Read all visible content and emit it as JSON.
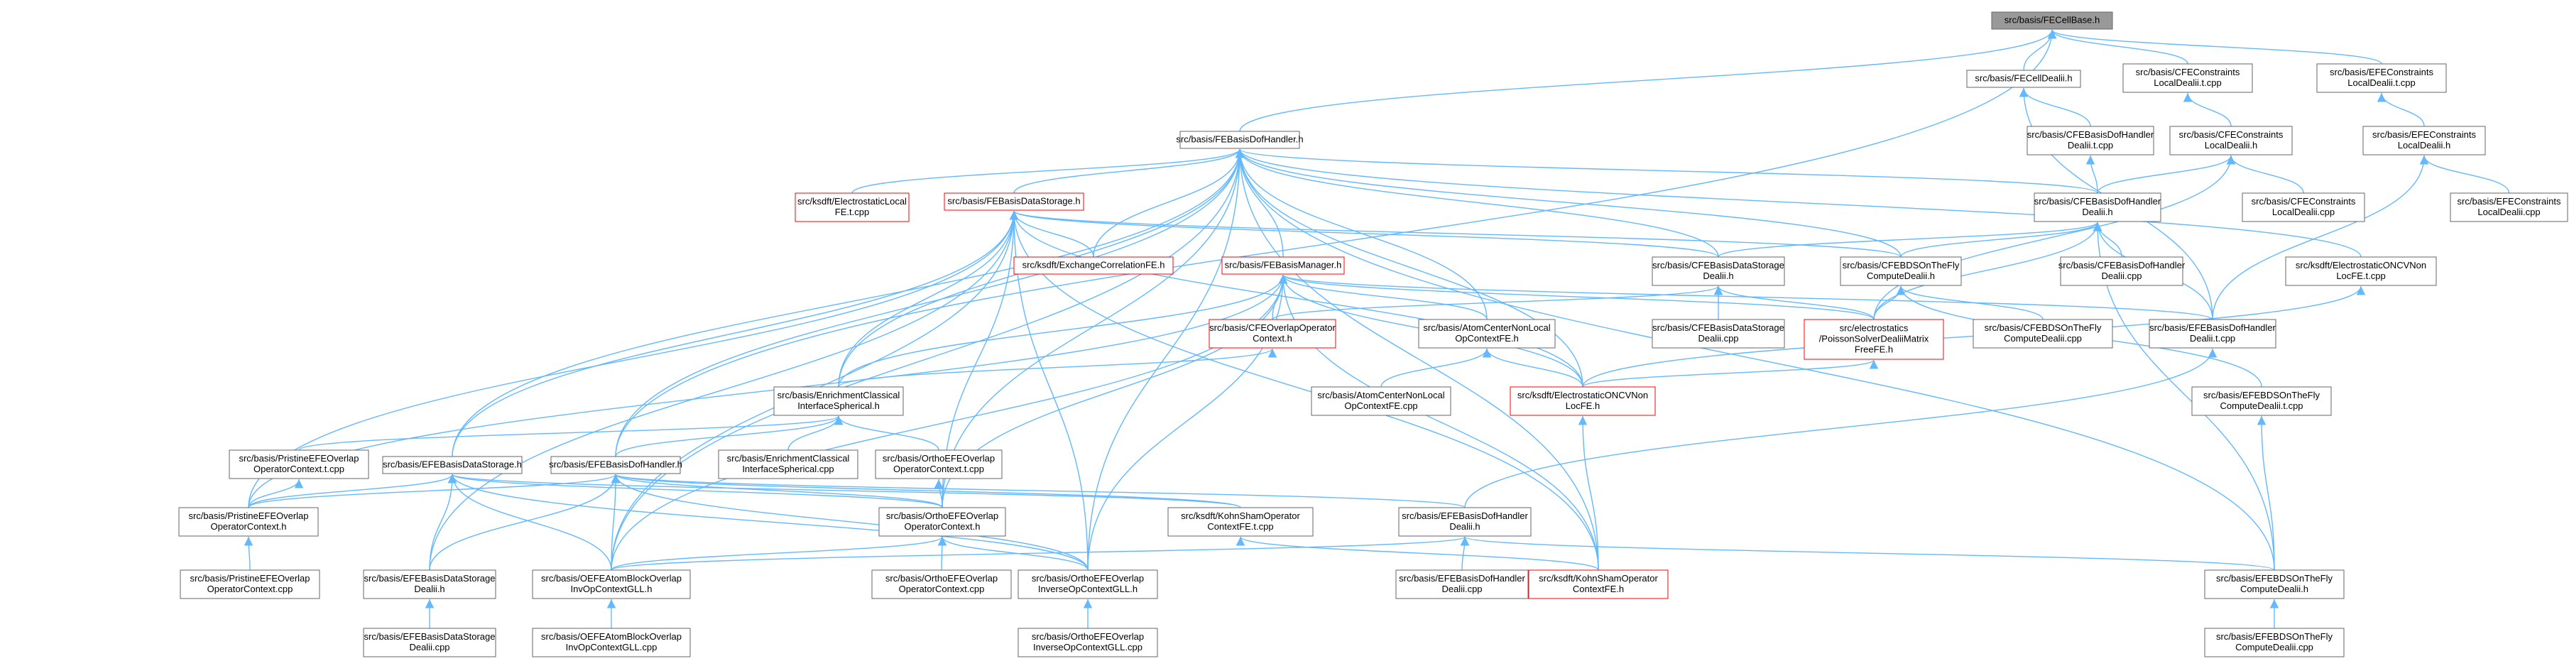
{
  "nodes": [
    {
      "id": "n0",
      "lines": [
        "src/basis/FECellBase.h"
      ],
      "style": "focus"
    },
    {
      "id": "n1",
      "lines": [
        "src/basis/FECellDealii.h"
      ],
      "style": "normal"
    },
    {
      "id": "n2",
      "lines": [
        "src/basis/CFEConstraints",
        "LocalDealii.t.cpp"
      ],
      "style": "normal"
    },
    {
      "id": "n3",
      "lines": [
        "src/basis/EFEConstraints",
        "LocalDealii.t.cpp"
      ],
      "style": "normal"
    },
    {
      "id": "n4",
      "lines": [
        "src/basis/FEBasisDofHandler.h"
      ],
      "style": "normal"
    },
    {
      "id": "n5",
      "lines": [
        "src/basis/CFEBasisDofHandler",
        "Dealii.t.cpp"
      ],
      "style": "normal"
    },
    {
      "id": "n6",
      "lines": [
        "src/basis/CFEConstraints",
        "LocalDealii.h"
      ],
      "style": "normal"
    },
    {
      "id": "n7",
      "lines": [
        "src/basis/EFEConstraints",
        "LocalDealii.h"
      ],
      "style": "normal"
    },
    {
      "id": "n8",
      "lines": [
        "src/ksdft/ElectrostaticLocal",
        "FE.t.cpp"
      ],
      "style": "red"
    },
    {
      "id": "n9",
      "lines": [
        "src/basis/FEBasisDataStorage.h"
      ],
      "style": "red"
    },
    {
      "id": "n10",
      "lines": [
        "src/basis/CFEBasisDofHandler",
        "Dealii.h"
      ],
      "style": "normal"
    },
    {
      "id": "n11",
      "lines": [
        "src/basis/CFEConstraints",
        "LocalDealii.cpp"
      ],
      "style": "normal"
    },
    {
      "id": "n12",
      "lines": [
        "src/basis/EFEConstraints",
        "LocalDealii.cpp"
      ],
      "style": "normal"
    },
    {
      "id": "n13",
      "lines": [
        "src/ksdft/ExchangeCorrelationFE.h"
      ],
      "style": "red"
    },
    {
      "id": "n14",
      "lines": [
        "src/basis/FEBasisManager.h"
      ],
      "style": "red"
    },
    {
      "id": "n15",
      "lines": [
        "src/basis/CFEBasisDataStorage",
        "Dealii.h"
      ],
      "style": "normal"
    },
    {
      "id": "n16",
      "lines": [
        "src/basis/CFEBDSOnTheFly",
        "ComputeDealii.h"
      ],
      "style": "normal"
    },
    {
      "id": "n17",
      "lines": [
        "src/basis/CFEBasisDofHandler",
        "Dealii.cpp"
      ],
      "style": "normal"
    },
    {
      "id": "n18",
      "lines": [
        "src/ksdft/ElectrostaticONCVNon",
        "LocFE.t.cpp"
      ],
      "style": "normal"
    },
    {
      "id": "n19",
      "lines": [
        "src/basis/CFEOverlapOperator",
        "Context.h"
      ],
      "style": "red"
    },
    {
      "id": "n20",
      "lines": [
        "src/basis/AtomCenterNonLocal",
        "OpContextFE.h"
      ],
      "style": "normal"
    },
    {
      "id": "n21",
      "lines": [
        "src/basis/CFEBasisDataStorage",
        "Dealii.cpp"
      ],
      "style": "normal"
    },
    {
      "id": "n22",
      "lines": [
        "src/electrostatics",
        "/PoissonSolverDealiiMatrix",
        "FreeFE.h"
      ],
      "style": "red"
    },
    {
      "id": "n23",
      "lines": [
        "src/basis/CFEBDSOnTheFly",
        "ComputeDealii.cpp"
      ],
      "style": "normal"
    },
    {
      "id": "n24",
      "lines": [
        "src/basis/EFEBasisDofHandler",
        "Dealii.t.cpp"
      ],
      "style": "normal"
    },
    {
      "id": "n25",
      "lines": [
        "src/basis/EnrichmentClassical",
        "InterfaceSpherical.h"
      ],
      "style": "normal"
    },
    {
      "id": "n26",
      "lines": [
        "src/basis/AtomCenterNonLocal",
        "OpContextFE.cpp"
      ],
      "style": "normal"
    },
    {
      "id": "n27",
      "lines": [
        "src/ksdft/ElectrostaticONCVNon",
        "LocFE.h"
      ],
      "style": "red"
    },
    {
      "id": "n28",
      "lines": [
        "src/basis/EFEBDSOnTheFly",
        "ComputeDealii.t.cpp"
      ],
      "style": "normal"
    },
    {
      "id": "n29",
      "lines": [
        "src/basis/PristineEFEOverlap",
        "OperatorContext.t.cpp"
      ],
      "style": "normal"
    },
    {
      "id": "n30",
      "lines": [
        "src/basis/EFEBasisDataStorage.h"
      ],
      "style": "normal"
    },
    {
      "id": "n31",
      "lines": [
        "src/basis/EFEBasisDofHandler.h"
      ],
      "style": "normal"
    },
    {
      "id": "n32",
      "lines": [
        "src/basis/EnrichmentClassical",
        "InterfaceSpherical.cpp"
      ],
      "style": "normal"
    },
    {
      "id": "n33",
      "lines": [
        "src/basis/OrthoEFEOverlap",
        "OperatorContext.t.cpp"
      ],
      "style": "normal"
    },
    {
      "id": "n34",
      "lines": [
        "src/basis/PristineEFEOverlap",
        "OperatorContext.h"
      ],
      "style": "normal"
    },
    {
      "id": "n35",
      "lines": [
        "src/basis/OrthoEFEOverlap",
        "OperatorContext.h"
      ],
      "style": "normal"
    },
    {
      "id": "n36",
      "lines": [
        "src/ksdft/KohnShamOperator",
        "ContextFE.t.cpp"
      ],
      "style": "normal"
    },
    {
      "id": "n37",
      "lines": [
        "src/basis/EFEBasisDofHandler",
        "Dealii.h"
      ],
      "style": "normal"
    },
    {
      "id": "n38",
      "lines": [
        "src/basis/PristineEFEOverlap",
        "OperatorContext.cpp"
      ],
      "style": "normal"
    },
    {
      "id": "n39",
      "lines": [
        "src/basis/EFEBasisDataStorage",
        "Dealii.h"
      ],
      "style": "normal"
    },
    {
      "id": "n40",
      "lines": [
        "src/basis/OEFEAtomBlockOverlap",
        "InvOpContextGLL.h"
      ],
      "style": "normal"
    },
    {
      "id": "n41",
      "lines": [
        "src/basis/OrthoEFEOverlap",
        "OperatorContext.cpp"
      ],
      "style": "normal"
    },
    {
      "id": "n42",
      "lines": [
        "src/basis/OrthoEFEOverlap",
        "InverseOpContextGLL.h"
      ],
      "style": "normal"
    },
    {
      "id": "n43",
      "lines": [
        "src/basis/EFEBasisDofHandler",
        "Dealii.cpp"
      ],
      "style": "normal"
    },
    {
      "id": "n44",
      "lines": [
        "src/ksdft/KohnShamOperator",
        "ContextFE.h"
      ],
      "style": "red"
    },
    {
      "id": "n45",
      "lines": [
        "src/basis/EFEBDSOnTheFly",
        "ComputeDealii.h"
      ],
      "style": "normal"
    },
    {
      "id": "n46",
      "lines": [
        "src/basis/EFEBasisDataStorage",
        "Dealii.cpp"
      ],
      "style": "normal"
    },
    {
      "id": "n47",
      "lines": [
        "src/basis/OEFEAtomBlockOverlap",
        "InvOpContextGLL.cpp"
      ],
      "style": "normal"
    },
    {
      "id": "n48",
      "lines": [
        "src/basis/OrthoEFEOverlap",
        "InverseOpContextGLL.cpp"
      ],
      "style": "normal"
    },
    {
      "id": "n49",
      "lines": [
        "src/basis/EFEBDSOnTheFly",
        "ComputeDealii.cpp"
      ],
      "style": "normal"
    }
  ],
  "edges": [
    [
      "n0",
      "n1"
    ],
    [
      "n0",
      "n2"
    ],
    [
      "n0",
      "n3"
    ],
    [
      "n0",
      "n4"
    ],
    [
      "n0",
      "n31"
    ],
    [
      "n1",
      "n5"
    ],
    [
      "n1",
      "n24"
    ],
    [
      "n2",
      "n6"
    ],
    [
      "n3",
      "n7"
    ],
    [
      "n4",
      "n8"
    ],
    [
      "n4",
      "n9"
    ],
    [
      "n4",
      "n10"
    ],
    [
      "n4",
      "n13"
    ],
    [
      "n4",
      "n14"
    ],
    [
      "n4",
      "n15"
    ],
    [
      "n4",
      "n16"
    ],
    [
      "n4",
      "n20"
    ],
    [
      "n4",
      "n25"
    ],
    [
      "n4",
      "n27"
    ],
    [
      "n4",
      "n30"
    ],
    [
      "n4",
      "n31"
    ],
    [
      "n4",
      "n35"
    ],
    [
      "n4",
      "n40"
    ],
    [
      "n4",
      "n42"
    ],
    [
      "n4",
      "n44"
    ],
    [
      "n4",
      "n45"
    ],
    [
      "n4",
      "n18"
    ],
    [
      "n5",
      "n10"
    ],
    [
      "n6",
      "n10"
    ],
    [
      "n6",
      "n11"
    ],
    [
      "n6",
      "n22"
    ],
    [
      "n7",
      "n12"
    ],
    [
      "n7",
      "n24"
    ],
    [
      "n9",
      "n13"
    ],
    [
      "n9",
      "n15"
    ],
    [
      "n9",
      "n16"
    ],
    [
      "n9",
      "n25"
    ],
    [
      "n9",
      "n27"
    ],
    [
      "n9",
      "n30"
    ],
    [
      "n9",
      "n34"
    ],
    [
      "n9",
      "n35"
    ],
    [
      "n9",
      "n40"
    ],
    [
      "n9",
      "n42"
    ],
    [
      "n9",
      "n39"
    ],
    [
      "n9",
      "n44"
    ],
    [
      "n10",
      "n15"
    ],
    [
      "n10",
      "n16"
    ],
    [
      "n10",
      "n17"
    ],
    [
      "n10",
      "n24"
    ],
    [
      "n10",
      "n45"
    ],
    [
      "n10",
      "n22"
    ],
    [
      "n14",
      "n19"
    ],
    [
      "n14",
      "n20"
    ],
    [
      "n14",
      "n25"
    ],
    [
      "n14",
      "n22"
    ],
    [
      "n14",
      "n27"
    ],
    [
      "n14",
      "n35"
    ],
    [
      "n14",
      "n34"
    ],
    [
      "n14",
      "n40"
    ],
    [
      "n14",
      "n42"
    ],
    [
      "n14",
      "n44"
    ],
    [
      "n14",
      "n24"
    ],
    [
      "n15",
      "n21"
    ],
    [
      "n15",
      "n19"
    ],
    [
      "n15",
      "n22"
    ],
    [
      "n16",
      "n23"
    ],
    [
      "n16",
      "n22"
    ],
    [
      "n16",
      "n28"
    ],
    [
      "n18",
      "n27"
    ],
    [
      "n19",
      "n25"
    ],
    [
      "n20",
      "n26"
    ],
    [
      "n20",
      "n27"
    ],
    [
      "n22",
      "n27"
    ],
    [
      "n24",
      "n37"
    ],
    [
      "n25",
      "n29"
    ],
    [
      "n25",
      "n31"
    ],
    [
      "n25",
      "n32"
    ],
    [
      "n25",
      "n33"
    ],
    [
      "n27",
      "n44"
    ],
    [
      "n28",
      "n45"
    ],
    [
      "n29",
      "n34"
    ],
    [
      "n30",
      "n34"
    ],
    [
      "n30",
      "n35"
    ],
    [
      "n30",
      "n39"
    ],
    [
      "n30",
      "n40"
    ],
    [
      "n30",
      "n42"
    ],
    [
      "n30",
      "n36"
    ],
    [
      "n31",
      "n34"
    ],
    [
      "n31",
      "n35"
    ],
    [
      "n31",
      "n37"
    ],
    [
      "n31",
      "n39"
    ],
    [
      "n31",
      "n40"
    ],
    [
      "n31",
      "n42"
    ],
    [
      "n31",
      "n36"
    ],
    [
      "n33",
      "n35"
    ],
    [
      "n34",
      "n38"
    ],
    [
      "n35",
      "n40"
    ],
    [
      "n35",
      "n41"
    ],
    [
      "n35",
      "n42"
    ],
    [
      "n36",
      "n44"
    ],
    [
      "n37",
      "n43"
    ],
    [
      "n37",
      "n45"
    ],
    [
      "n37",
      "n40"
    ],
    [
      "n39",
      "n46"
    ],
    [
      "n40",
      "n47"
    ],
    [
      "n42",
      "n48"
    ],
    [
      "n45",
      "n49"
    ]
  ]
}
